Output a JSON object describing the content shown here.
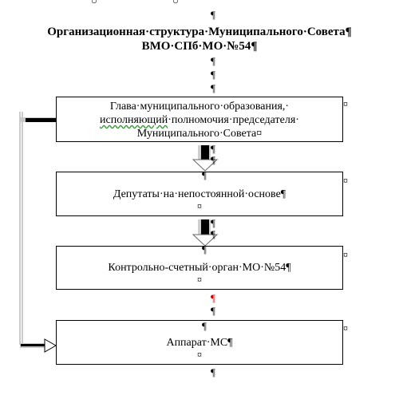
{
  "marks": {
    "pilcrow": "¶",
    "cell": "¤",
    "small_circle": "○"
  },
  "title": {
    "line1": "Организационная·структура·Муниципального·Совета¶",
    "line2": "ВМО·СПб·МО·№54¶"
  },
  "boxes": [
    {
      "line1": "Глава·муниципального·образования,·",
      "line2_underlined": "исполняющий",
      "line2_rest": "·полномочия·председателя·",
      "line3": "Муниципального·Совета¤"
    },
    {
      "label": "Депутаты·на·непостоянной·основе¶"
    },
    {
      "label": "Контрольно-счетный·орган·МО·№54¶"
    },
    {
      "label": "Аппарат·МС¶"
    }
  ],
  "colors": {
    "stray_mark": "#d00000",
    "spell_underline": "#3a9a3a"
  }
}
